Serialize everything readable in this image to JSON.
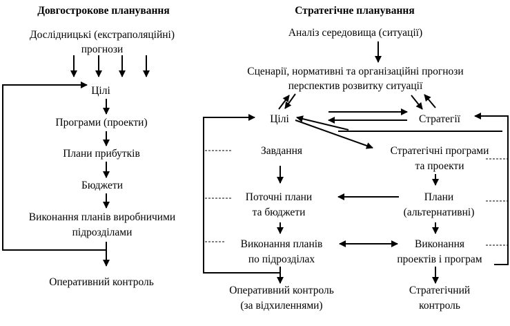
{
  "left": {
    "title": "Довгострокове планування",
    "research_line1": "Дослідницькі (екстраполяційні)",
    "research_line2": "прогнози",
    "goals": "Цілі",
    "programs": "Програми (проекти)",
    "profit_plans": "Плани прибутків",
    "budgets": "Бюджети",
    "execution_line1": "Виконання планів виробничими",
    "execution_line2": "підрозділами",
    "control": "Оперативний контроль"
  },
  "right": {
    "title": "Стратегічне планування",
    "analysis": "Аналіз середовища (ситуації)",
    "scenarios_line1": "Сценарії, нормативні та організаційні прогнози",
    "scenarios_line2": "перспектив розвитку ситуації",
    "goals": "Цілі",
    "strategies": "Стратегії",
    "tasks": "Завдання",
    "strategic_programs_line1": "Стратегічні програми",
    "strategic_programs_line2": "та проекти",
    "current_plans_line1": "Поточні плани",
    "current_plans_line2": "та бюджети",
    "plans_line1": "Плани",
    "plans_line2": "(альтернативні)",
    "execution_line1": "Виконання планів",
    "execution_line2": "по підрозділах",
    "projects_exec_line1": "Виконання",
    "projects_exec_line2": "проектів і програм",
    "op_control_line1": "Оперативний контроль",
    "op_control_line2": "(за відхиленнями)",
    "strat_control_line1": "Стратегічний",
    "strat_control_line2": "контроль"
  }
}
